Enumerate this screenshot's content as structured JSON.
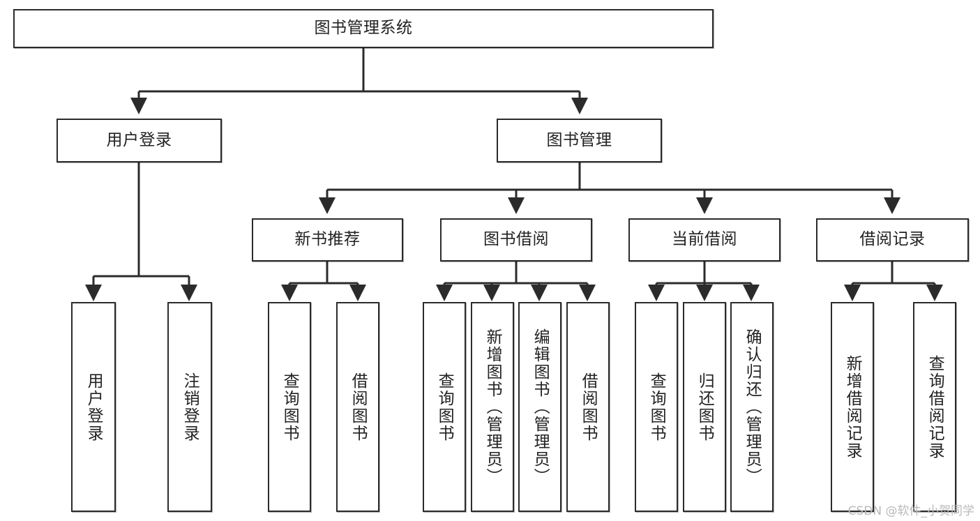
{
  "diagram": {
    "title": "图书管理系统",
    "type": "functional-structure-tree",
    "watermark": "CSDN @软件_小贺同学",
    "colors": {
      "box_border": "#2b2b2b",
      "box_fill": "#ffffff",
      "edge": "#2b2b2b",
      "text": "#222222",
      "watermark": "#b9b9b9"
    },
    "levels": {
      "level0": [
        {
          "id": "root",
          "label": "图书管理系统"
        }
      ],
      "level1": [
        {
          "id": "user-login",
          "label": "用户登录"
        },
        {
          "id": "book-management",
          "label": "图书管理"
        }
      ],
      "level2": [
        {
          "id": "new-book-recommend",
          "label": "新书推荐"
        },
        {
          "id": "book-borrow",
          "label": "图书借阅"
        },
        {
          "id": "current-borrow",
          "label": "当前借阅"
        },
        {
          "id": "borrow-record",
          "label": "借阅记录"
        }
      ],
      "level3": [
        {
          "id": "leaf-user-login",
          "label": "用户登录",
          "parent": "user-login"
        },
        {
          "id": "leaf-logout-login",
          "label": "注销登录",
          "parent": "user-login"
        },
        {
          "id": "leaf-query-book-1",
          "label": "查询图书",
          "parent": "new-book-recommend"
        },
        {
          "id": "leaf-borrow-book-1",
          "label": "借阅图书",
          "parent": "new-book-recommend"
        },
        {
          "id": "leaf-query-book-2",
          "label": "查询图书",
          "parent": "book-borrow"
        },
        {
          "id": "leaf-add-book",
          "label": "新增图书（管理员）",
          "parent": "book-borrow"
        },
        {
          "id": "leaf-edit-book",
          "label": "编辑图书（管理员）",
          "parent": "book-borrow"
        },
        {
          "id": "leaf-borrow-book-2",
          "label": "借阅图书",
          "parent": "book-borrow"
        },
        {
          "id": "leaf-query-book-3",
          "label": "查询图书",
          "parent": "current-borrow"
        },
        {
          "id": "leaf-return-book",
          "label": "归还图书",
          "parent": "current-borrow"
        },
        {
          "id": "leaf-confirm-return",
          "label": "确认归还（管理员）",
          "parent": "current-borrow"
        },
        {
          "id": "leaf-add-record",
          "label": "新增借阅记录",
          "parent": "borrow-record"
        },
        {
          "id": "leaf-query-record",
          "label": "查询借阅记录",
          "parent": "borrow-record"
        }
      ]
    }
  }
}
